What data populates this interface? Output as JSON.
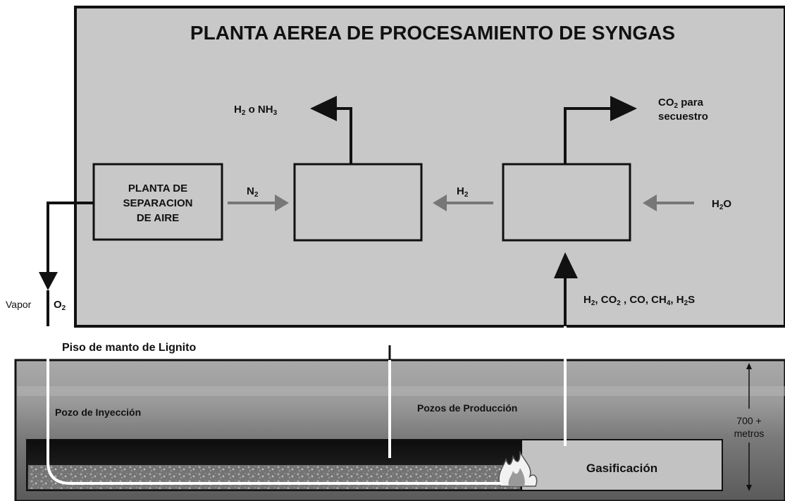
{
  "title": "PLANTA AEREA DE PROCESAMIENTO DE SYNGAS",
  "air_plant": {
    "line1": "PLANTA DE",
    "line2": "SEPARACION",
    "line3": "DE AIRE"
  },
  "flows": {
    "n2": "N",
    "n2_sub": "2",
    "h2_mid": "H",
    "h2_mid_sub": "2",
    "h2o": "H",
    "h2o_sub": "2",
    "h2o_end": "O",
    "product_out": {
      "a": "H",
      "a_sub": "2",
      "b": " o NH",
      "b_sub": "3"
    },
    "co2_out": {
      "a": "CO",
      "a_sub": "2",
      "b": " para",
      "line2": "secuestro"
    },
    "syngas": {
      "p1": "H",
      "p1_sub": "2",
      "p2": ", CO",
      "p2_sub": "2",
      "p3": " , CO, CH",
      "p3_sub": "4",
      "p4": ", H",
      "p4_sub": "2",
      "p5": "S"
    },
    "vapor": "Vapor",
    "o2": "O",
    "o2_sub": "2"
  },
  "underground": {
    "floor_label": "Piso de manto de Lignito",
    "injection_well": "Pozo de Inyección",
    "production_wells": "Pozos de Producción",
    "gasification": "Gasificación",
    "depth_line1": "700 +",
    "depth_line2": "metros"
  },
  "colors": {
    "surface_panel": "#c8c8c8",
    "grey_arrow": "#777777",
    "dark_ground": "#4a4a4a",
    "light_ground": "#c2c2c2",
    "coal_seam": "#1a1a1a"
  }
}
